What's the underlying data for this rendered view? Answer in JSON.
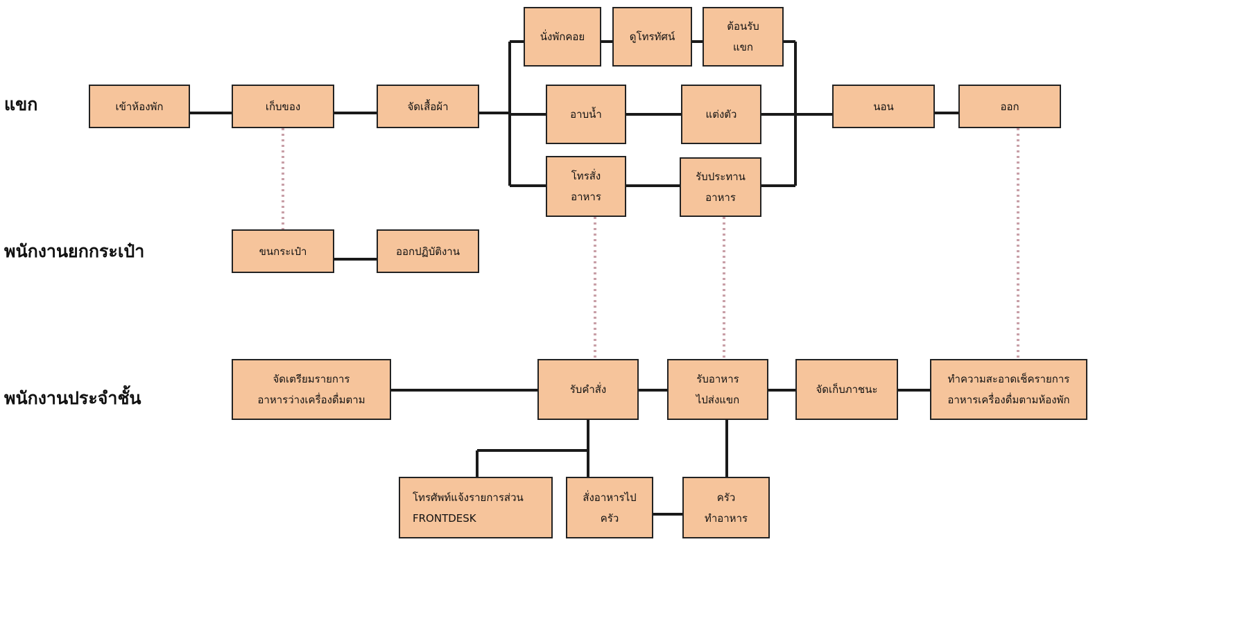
{
  "lanes": {
    "guest": "แขก",
    "porter": "พนักงานยกกระเป๋า",
    "floor": "พนักงานประจำชั้น"
  },
  "boxes": {
    "checkin": [
      "เข้าห้องพัก"
    ],
    "store": [
      "เก็บของ"
    ],
    "clothes": [
      "จัดเสื้อผ้า"
    ],
    "wait": [
      "นั่งพักคอย"
    ],
    "tv": [
      "ดูโทรทัศน์"
    ],
    "receive_guest": [
      "ต้อนรับ",
      "แขก"
    ],
    "bath": [
      "อาบน้ำ"
    ],
    "dress": [
      "แต่งตัว"
    ],
    "order_call": [
      "โทรสั่ง",
      "อาหาร"
    ],
    "eat": [
      "รับประทาน",
      "อาหาร"
    ],
    "sleep": [
      "นอน"
    ],
    "leave": [
      "ออก"
    ],
    "carry": [
      "ขนกระเป๋า"
    ],
    "out_duty": [
      "ออกปฏิบัติงาน"
    ],
    "prepare": [
      "จัดเตรียมรายการ",
      "อาหารว่างเครื่องดื่มตาม"
    ],
    "take_order": [
      "รับคำสั่ง"
    ],
    "deliver": [
      "รับอาหาร",
      "ไปส่งแขก"
    ],
    "collect": [
      "จัดเก็บภาชนะ"
    ],
    "clean": [
      "ทำความสะอาดเช็ครายการ",
      "อาหารเครื่องดื่มตามห้องพัก"
    ],
    "phone_fd": [
      "โทรศัพท์แจ้งรายการส่วน",
      "FRONTDESK"
    ],
    "order_kitchen": [
      "สั่งอาหารไป",
      "ครัว"
    ],
    "kitchen": [
      "ครัว",
      "ทำอาหาร"
    ]
  },
  "colors": {
    "box_fill": "#f6c49b",
    "box_border": "#222222",
    "connector": "#1a1a1a",
    "dotted_link": "#c9a0a8"
  }
}
